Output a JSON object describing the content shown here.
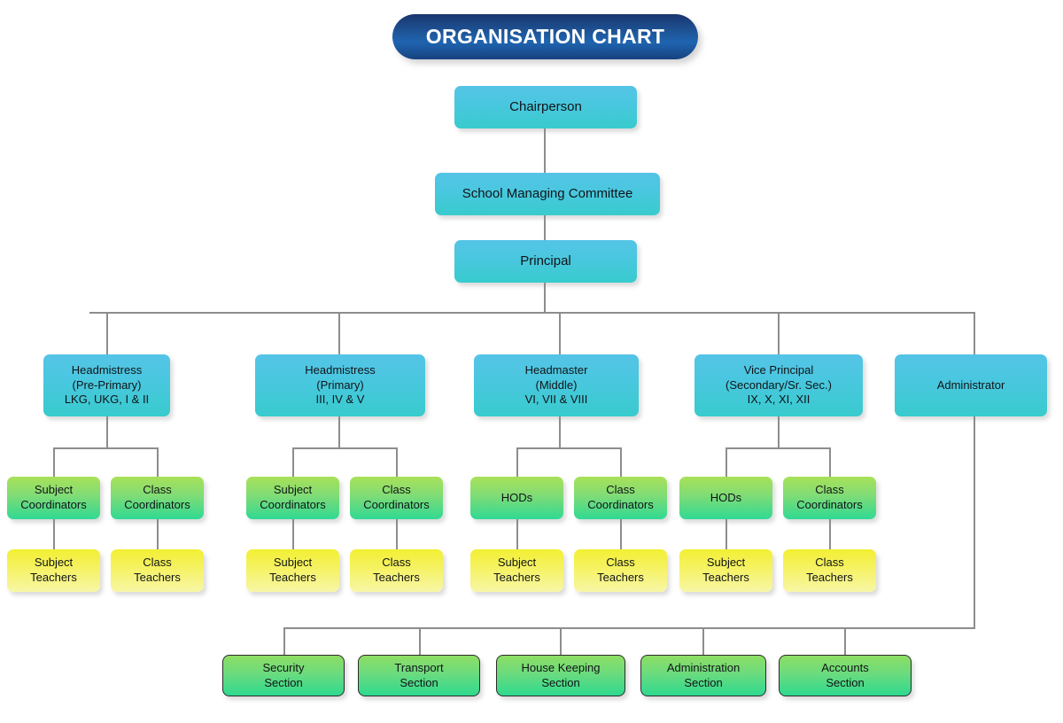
{
  "header": {
    "title": "ORGANISATION CHART",
    "title_color": "#1e5496",
    "title_text_color": "#ffffff"
  },
  "palette": {
    "cyan_top": "#55c4e6",
    "cyan_bottom": "#38cbcd",
    "green_top": "#a9e158",
    "green_bottom": "#2fd992",
    "yellow_top": "#f2ef33",
    "yellow_bottom": "#f7f6a6",
    "section_border": "#2b2b2b",
    "connector": "#8d8d8d",
    "background": "#ffffff"
  },
  "chart_data": {
    "type": "diagram",
    "title": "ORGANISATION CHART",
    "orientation": "top-down",
    "levels": 6
  },
  "nodes": {
    "chairperson": {
      "label": "Chairperson"
    },
    "school_managing_committee": {
      "label": "School Managing Committee"
    },
    "principal": {
      "label": "Principal"
    },
    "headmistress_pre_primary": {
      "line1": "Headmistress",
      "line2": "(Pre-Primary)",
      "line3": "LKG, UKG, I & II"
    },
    "headmistress_primary": {
      "line1": "Headmistress",
      "line2": "(Primary)",
      "line3": "III, IV & V"
    },
    "headmaster_middle": {
      "line1": "Headmaster",
      "line2": "(Middle)",
      "line3": "VI, VII & VIII"
    },
    "vice_principal": {
      "line1": "Vice Principal",
      "line2": "(Secondary/Sr. Sec.)",
      "line3": "IX, X, XI, XII"
    },
    "administrator": {
      "label": "Administrator"
    },
    "coordinators": [
      {
        "line1": "Subject",
        "line2": "Coordinators"
      },
      {
        "line1": "Class",
        "line2": "Coordinators"
      },
      {
        "line1": "Subject",
        "line2": "Coordinators"
      },
      {
        "line1": "Class",
        "line2": "Coordinators"
      },
      {
        "line1": "HODs",
        "line2": ""
      },
      {
        "line1": "Class",
        "line2": "Coordinators"
      },
      {
        "line1": "HODs",
        "line2": ""
      },
      {
        "line1": "Class",
        "line2": "Coordinators"
      }
    ],
    "teachers": [
      {
        "line1": "Subject",
        "line2": "Teachers"
      },
      {
        "line1": "Class",
        "line2": "Teachers"
      },
      {
        "line1": "Subject",
        "line2": "Teachers"
      },
      {
        "line1": "Class",
        "line2": "Teachers"
      },
      {
        "line1": "Subject",
        "line2": "Teachers"
      },
      {
        "line1": "Class",
        "line2": "Teachers"
      },
      {
        "line1": "Subject",
        "line2": "Teachers"
      },
      {
        "line1": "Class",
        "line2": "Teachers"
      }
    ],
    "sections": [
      {
        "line1": "Security",
        "line2": "Section"
      },
      {
        "line1": "Transport",
        "line2": "Section"
      },
      {
        "line1": "House Keeping",
        "line2": "Section"
      },
      {
        "line1": "Administration",
        "line2": "Section"
      },
      {
        "line1": "Accounts",
        "line2": "Section"
      }
    ]
  }
}
